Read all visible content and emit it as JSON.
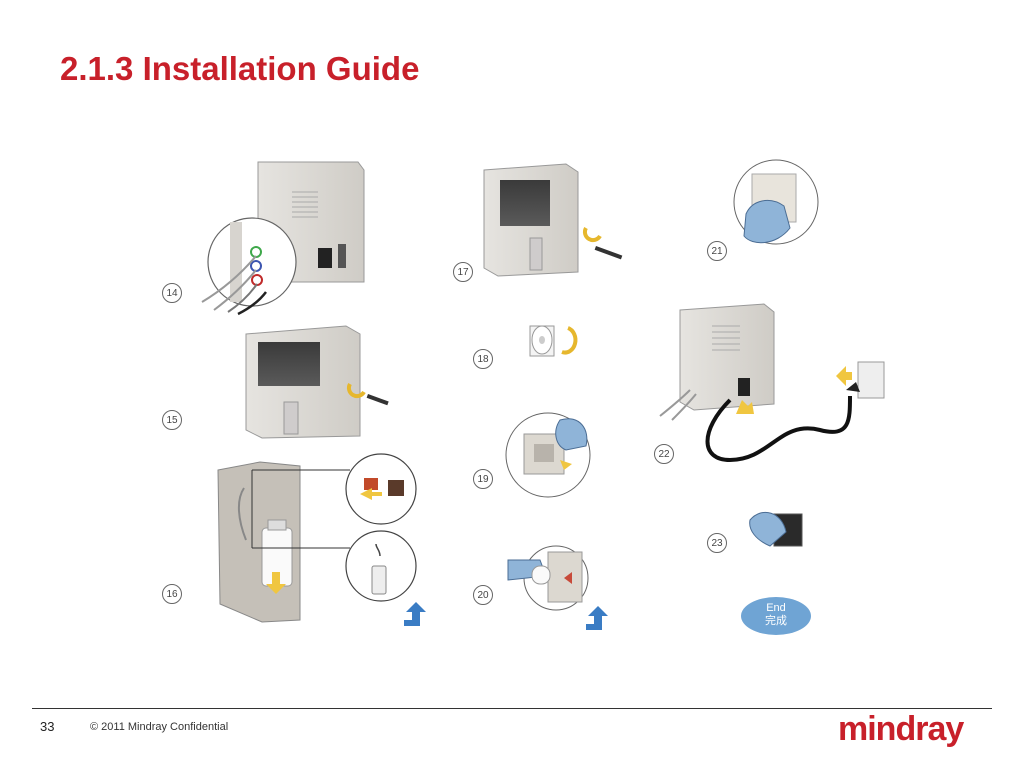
{
  "page": {
    "title": "2.1.3 Installation Guide",
    "page_number": "33",
    "copyright": "© 2011 Mindray Confidential",
    "logo_text": "mindray"
  },
  "steps": {
    "s14": "14",
    "s15": "15",
    "s16": "16",
    "s17": "17",
    "s18": "18",
    "s19": "19",
    "s20": "20",
    "s21": "21",
    "s22": "22",
    "s23": "23"
  },
  "end_button": {
    "line1": "End",
    "line2": "完成"
  },
  "colors": {
    "title": "#c8202a",
    "logo": "#c8202a",
    "end_button": "#6fa4d4",
    "arrow": "#3a7cc4",
    "hand": "#8fb4d8",
    "hint_arrow": "#f0c640"
  }
}
